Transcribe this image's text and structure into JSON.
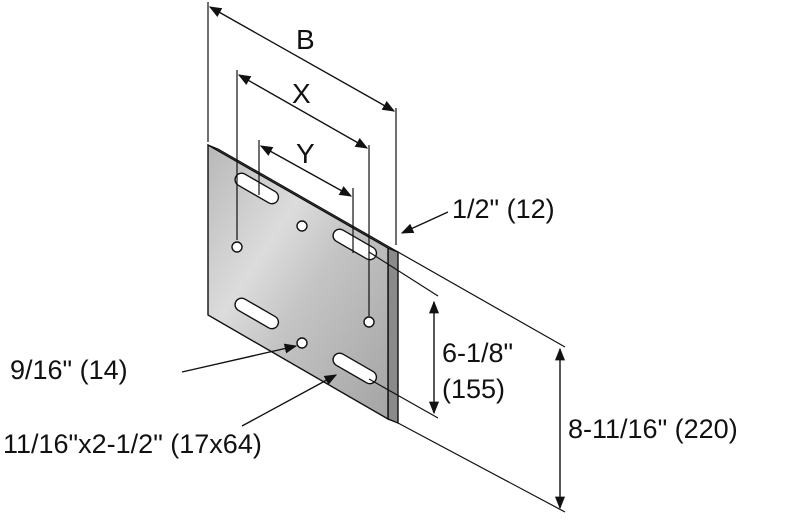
{
  "dimensions": {
    "overall_width": "B",
    "slot_span_x": "X",
    "slot_span_y": "Y",
    "thickness": "1/2\" (12)",
    "vertical_spacing_line1": "6-1/8\"",
    "vertical_spacing_line2": "(155)",
    "overall_height": "8-11/16\" (220)",
    "round_hole": "9/16\" (14)",
    "slotted_hole": "11/16\"x2-1/2\" (17x64)"
  },
  "colors": {
    "plate_face_light": "#d2d2d2",
    "plate_face_dark": "#a8a8a8",
    "plate_edge": "#8c8c8c",
    "line": "#111111"
  }
}
